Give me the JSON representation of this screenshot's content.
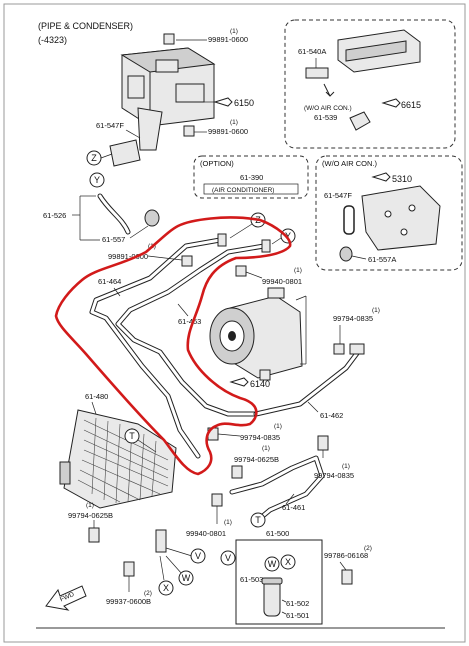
{
  "header": {
    "line1": "(PIPE & CONDENSER)",
    "line2": "(-4323)"
  },
  "option_box": {
    "title": "(OPTION)",
    "part": "61-390",
    "name": "(AIR CONDITIONER)"
  },
  "wo_ac_box": {
    "title": "(W/O AIR CON.)",
    "p1": "61-547F",
    "p2": "61-557A",
    "ref": "5310"
  },
  "top_right_box": {
    "p1": "61-540A",
    "note": "(W/O AIR CON.)",
    "p2": "61-539",
    "ref": "6615"
  },
  "refs": {
    "r6150": "6150",
    "r6140": "6140",
    "fwd": "FWD"
  },
  "parts": {
    "p99891_a": "99891-0600",
    "p99891_a_q": "(1)",
    "p99891_b": "99891-0600",
    "p99891_b_q": "(1)",
    "p99891_c": "99891-0600",
    "p99891_c_q": "(1)",
    "p61547f": "61-547F",
    "p61526": "61-526",
    "p61557": "61-557",
    "p61464": "61-464",
    "p61463": "61-463",
    "p99940_a": "99940-0801",
    "p99940_a_q": "(1)",
    "p99794_a": "99794-0835",
    "p99794_a_q": "(1)",
    "p61462": "61-462",
    "p61480": "61-480",
    "p99794_b": "99794-0835",
    "p99794_b_q": "(1)",
    "p99794_c": "99794-0625B",
    "p99794_c_q": "(1)",
    "p99794_d": "99794-0835",
    "p99794_d_q": "(1)",
    "p61461": "61-461",
    "p99794_e": "99794-0625B",
    "p99794_e_q": "(1)",
    "p99940_b": "99940-0801",
    "p99940_b_q": "(1)",
    "p61500": "61-500",
    "p99786": "99786-06168",
    "p99786_q": "(2)",
    "p61503": "61-503",
    "p61502": "61-502",
    "p61501": "61-501",
    "p99937": "99937-0600B",
    "p99937_q": "(2)"
  },
  "callouts": {
    "Z": "Z",
    "Y": "Y",
    "T": "T",
    "V": "V",
    "W": "W",
    "X": "X"
  },
  "colors": {
    "highlight": "#d21a1a",
    "line": "#222222",
    "frame": "#999999"
  }
}
